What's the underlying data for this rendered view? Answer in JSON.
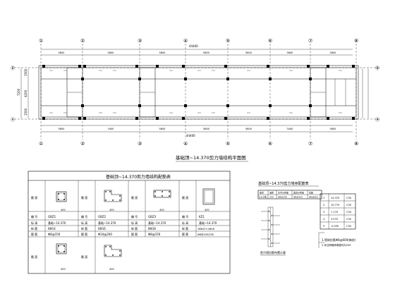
{
  "plan": {
    "caption": "基础顶~14.370剪力墙结构平面图",
    "axes_top": [
      "①",
      "②",
      "③",
      "④",
      "⑤",
      "⑥",
      "⑦",
      "⑧"
    ],
    "axes_side": [
      "Ⓑ",
      "Ⓐ"
    ],
    "overall_length": "44400",
    "overall_depth": "7200",
    "bay_dims_top": [
      "5800",
      "5800",
      "5800",
      "5800",
      "5800",
      "5800",
      "5800"
    ],
    "bay_dims_bottom": [
      "5800",
      "3400",
      "5800",
      "5800",
      "5800",
      "3400",
      "5800"
    ],
    "side_dims": [
      "1500",
      "4200",
      "1500"
    ]
  },
  "table_left": {
    "title": "基础顶~14.370剪力墙结构配筋表",
    "row_labels": [
      "截 面",
      "编 号",
      "标 高",
      "纵 筋",
      "箍 筋"
    ],
    "columns": [
      {
        "id": "GBZ1",
        "elev": "基础~14.370",
        "long": "6Φ14",
        "stir": "Φ8@150",
        "dim": "400"
      },
      {
        "id": "GBZ2",
        "elev": "基础~14.370",
        "long": "6Φ16",
        "stir": "Φ10@200",
        "dim": "400"
      },
      {
        "id": "GBZ3",
        "elev": "基础~14.370",
        "long": "8Φ18",
        "stir": "Φ8@150",
        "dim": "400"
      },
      {
        "id": "KZ1",
        "elev": "基础~14.370",
        "long": "16Φ20+4Φ18",
        "stir": "Φ8@100/200",
        "dim": "400"
      }
    ],
    "row2_columns": [
      {
        "dim": "400"
      },
      {
        "dim": "400"
      }
    ]
  },
  "table_right": {
    "title": "基础顶~14.370剪力墙身配筋表",
    "headers": [
      "编号",
      "墙厚",
      "水平分布筋",
      "竖向分布筋",
      "拉筋"
    ],
    "row": [
      "Q1(2排)",
      "200",
      "Φ8@200",
      "Φ8@200",
      "Φ6@600"
    ]
  },
  "detail": {
    "caption": "剪力墙拉筋布置示意"
  },
  "table_small": {
    "rows": [
      {
        "no": "1",
        "elev": "14.370",
        "conc": "C30"
      },
      {
        "no": "2",
        "elev": "10.770",
        "conc": "C30"
      },
      {
        "no": "3",
        "elev": "7.170",
        "conc": "C30"
      },
      {
        "no": "4",
        "elev": "3.570",
        "conc": "C30"
      },
      {
        "no": "5",
        "elev": "-0.030",
        "conc": "C30"
      }
    ]
  },
  "notes": {
    "line1": "1.墙体拉筋Φ6@600(梅花)",
    "line2": "2.未注明墙体厚度均为200"
  }
}
